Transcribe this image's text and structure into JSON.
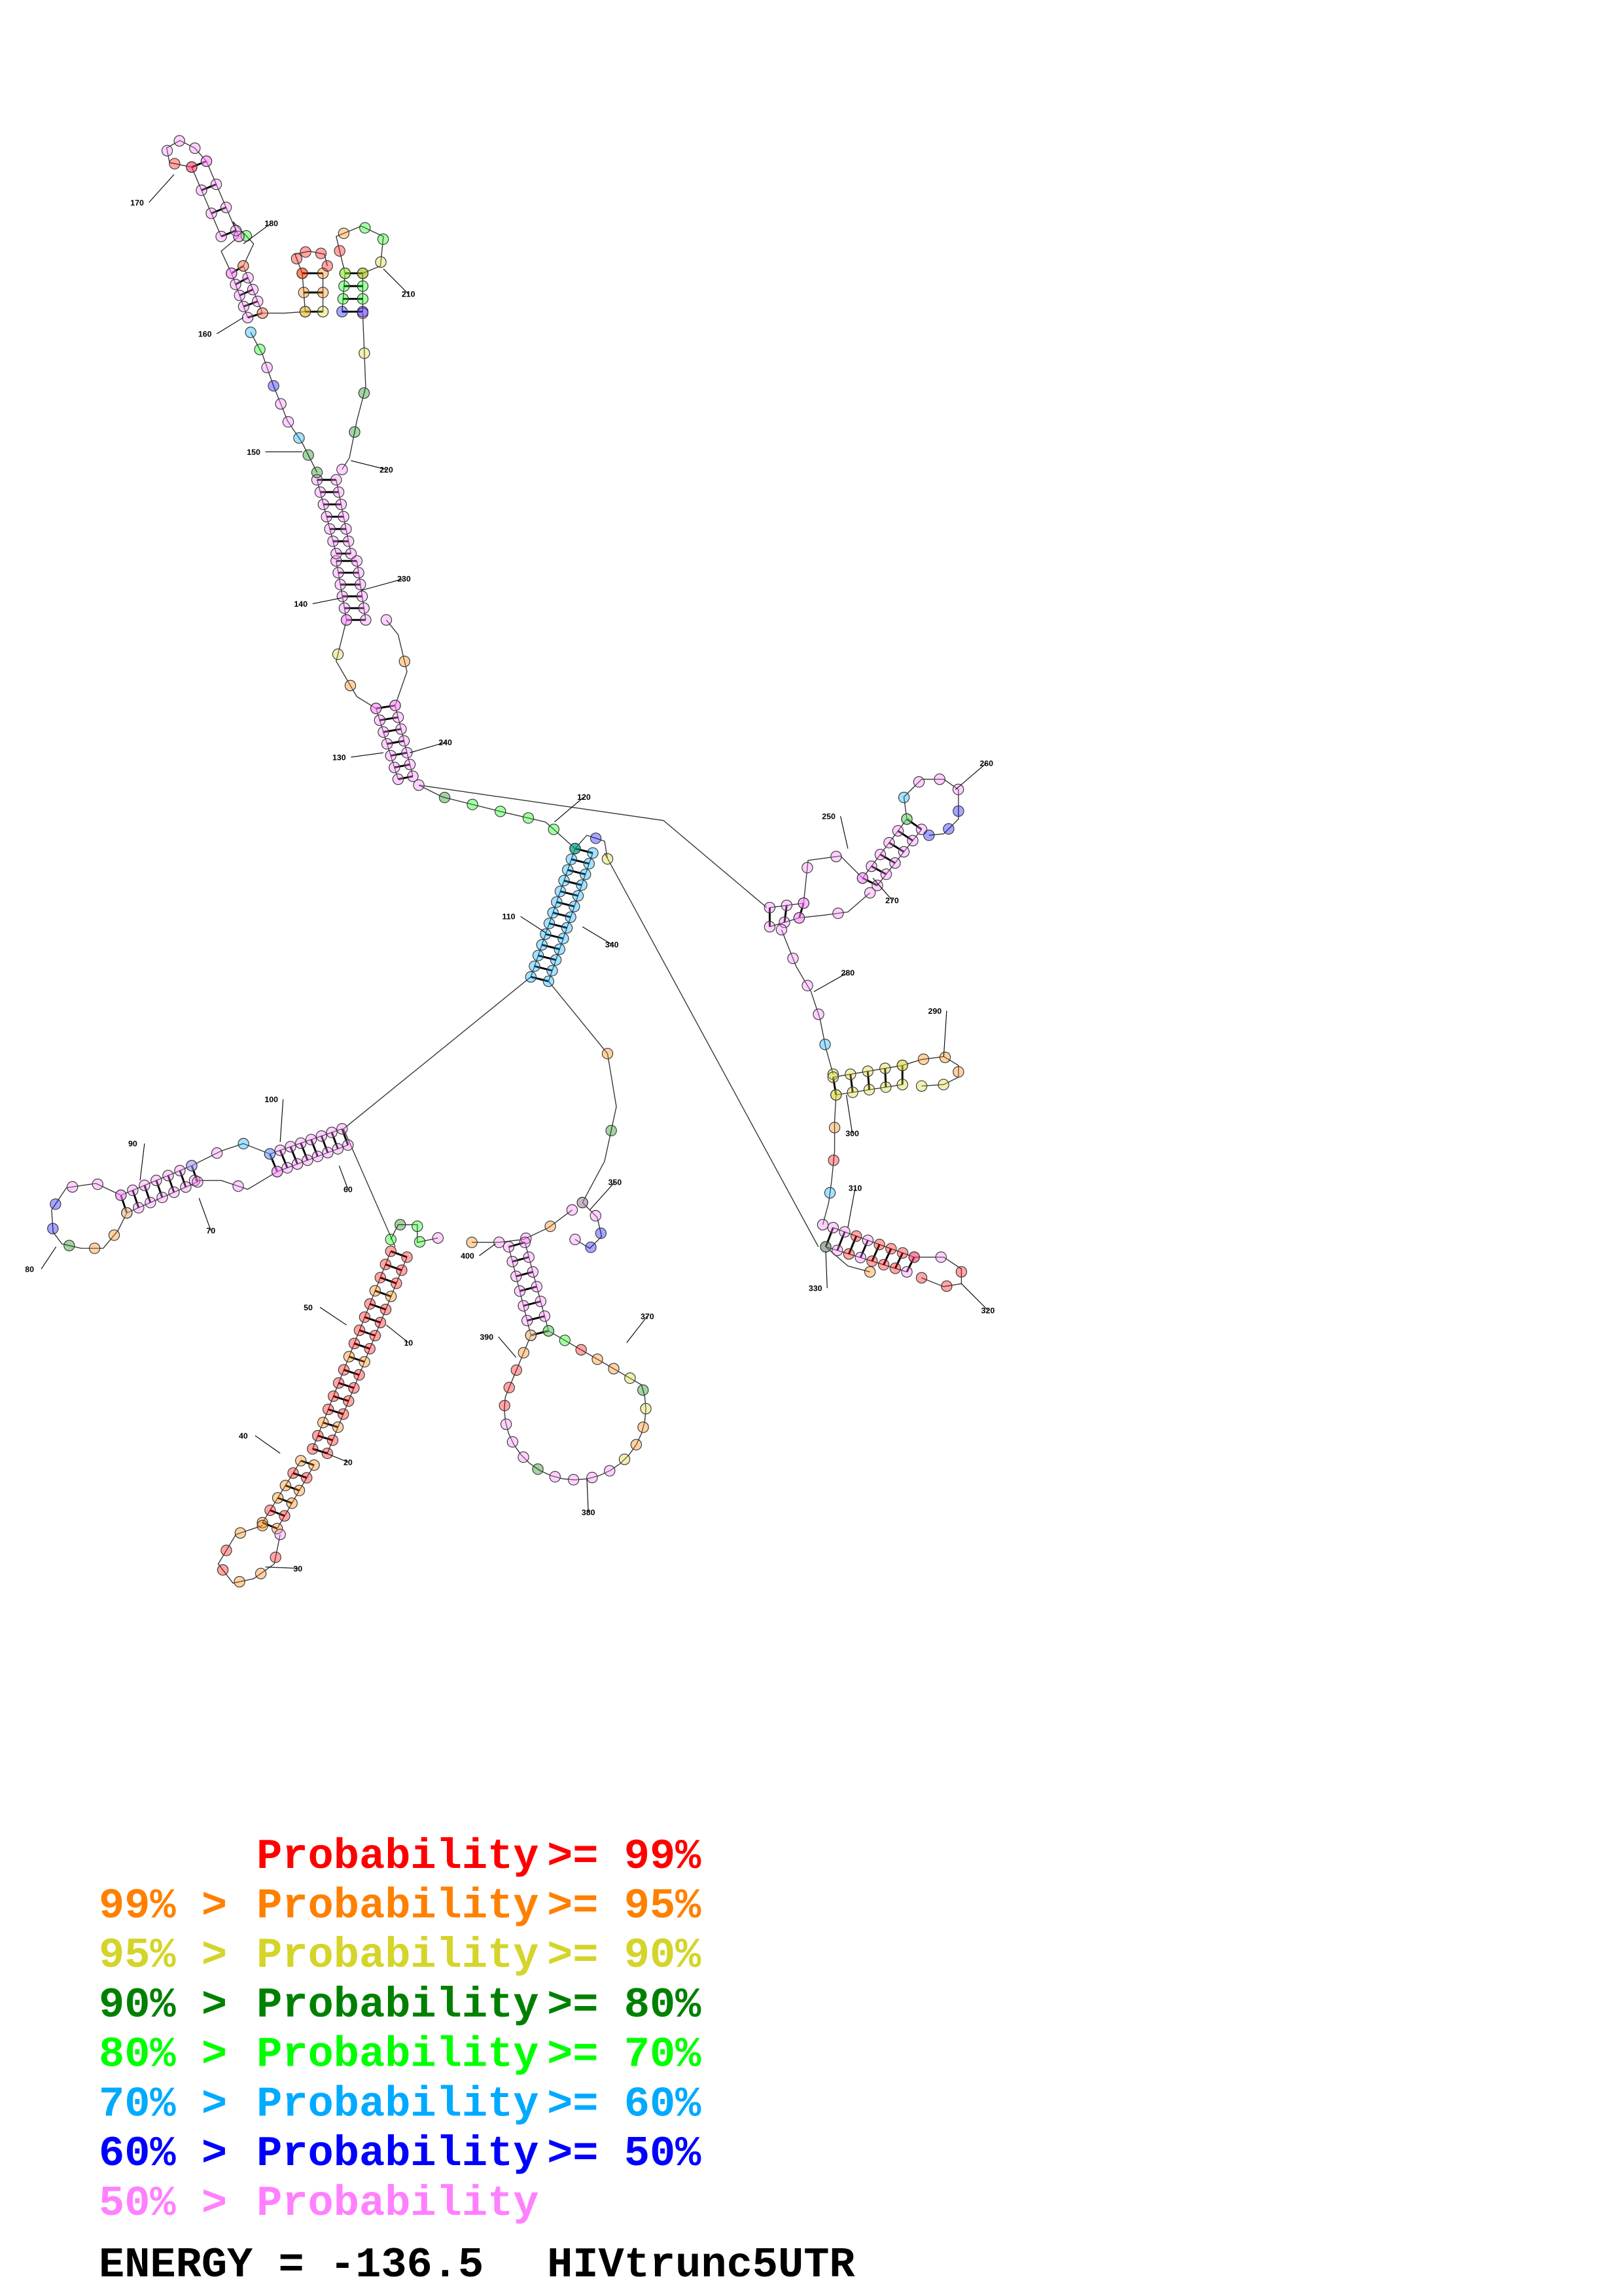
{
  "diagram": {
    "title": "HIVtrunc5UTR",
    "energy_label": "ENERGY = -136.5",
    "position_labels": [
      "10",
      "20",
      "30",
      "40",
      "50",
      "60",
      "70",
      "80",
      "90",
      "100",
      "110",
      "120",
      "130",
      "140",
      "150",
      "160",
      "170",
      "180",
      "210",
      "220",
      "230",
      "240",
      "250",
      "260",
      "270",
      "280",
      "290",
      "300",
      "310",
      "320",
      "330",
      "340",
      "350",
      "370",
      "380",
      "390",
      "400"
    ]
  },
  "legend": [
    {
      "prefix": "",
      "label": "Probability",
      "suffix": ">= 99%",
      "color": "#ff0000"
    },
    {
      "prefix": "99% >",
      "label": "Probability",
      "suffix": ">= 95%",
      "color": "#ff8000"
    },
    {
      "prefix": "95% >",
      "label": "Probability",
      "suffix": ">= 90%",
      "color": "#d4d42a"
    },
    {
      "prefix": "90% >",
      "label": "Probability",
      "suffix": ">= 80%",
      "color": "#008000"
    },
    {
      "prefix": "80% >",
      "label": "Probability",
      "suffix": ">= 70%",
      "color": "#00ff00"
    },
    {
      "prefix": "70% >",
      "label": "Probability",
      "suffix": ">= 60%",
      "color": "#00aaff"
    },
    {
      "prefix": "60% >",
      "label": "Probability",
      "suffix": ">= 50%",
      "color": "#0000ff"
    },
    {
      "prefix": "50% >",
      "label": "Probability",
      "suffix": "",
      "color": "#ff80ff"
    }
  ]
}
